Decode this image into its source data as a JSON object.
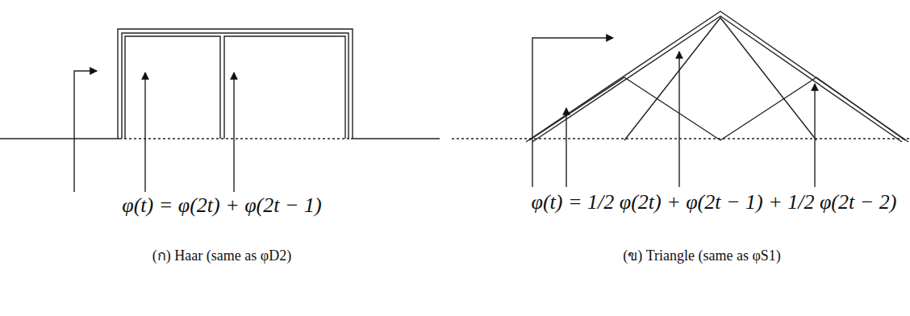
{
  "diagram": {
    "labels": [
      "φ(t) = φ(2t) + φ(2t − 1)",
      "(ก) Haar (same as φD2)",
      "φ(t) = 1/2 φ(2t) + φ(2t − 1) + 1/2 φ(2t − 2)",
      "(ข) Triangle (same as φS1)"
    ]
  }
}
